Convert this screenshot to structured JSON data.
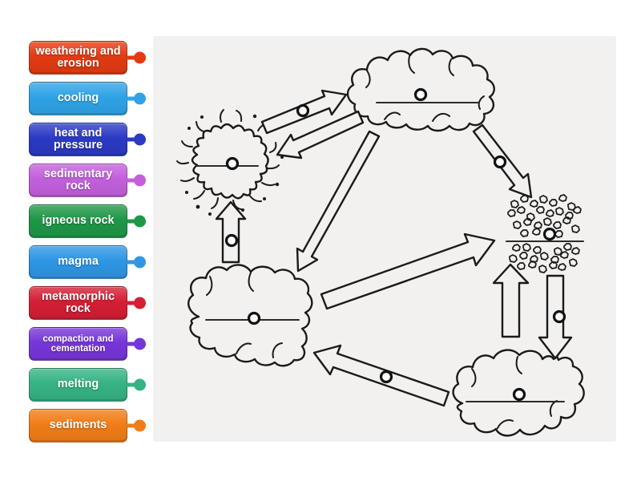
{
  "page": {
    "background": "#ffffff",
    "canvas_background": "#f2f1ef",
    "ink": "#1a1a1a"
  },
  "labels": [
    {
      "text": "weathering and erosion",
      "color": "#e23b12"
    },
    {
      "text": "cooling",
      "color": "#2fa3e6"
    },
    {
      "text": "heat and pressure",
      "color": "#2b3ac4"
    },
    {
      "text": "sedimentary rock",
      "color": "#c35fdd"
    },
    {
      "text": "igneous rock",
      "color": "#1f9747"
    },
    {
      "text": "magma",
      "color": "#2e96e3"
    },
    {
      "text": "metamorphic rock",
      "color": "#d41f34"
    },
    {
      "text": "compaction and cementation",
      "color": "#7636d8"
    },
    {
      "text": "melting",
      "color": "#36b384"
    },
    {
      "text": "sediments",
      "color": "#f07d17"
    }
  ],
  "diagram": {
    "background": "#f2f1ef",
    "ink": "#1a1a1a",
    "nodes": [
      "top-cloud",
      "splat",
      "sediment-pile",
      "bottom-left-blob",
      "bottom-right-cloud"
    ],
    "arrow_count": 9,
    "drop_target_count": 10
  }
}
